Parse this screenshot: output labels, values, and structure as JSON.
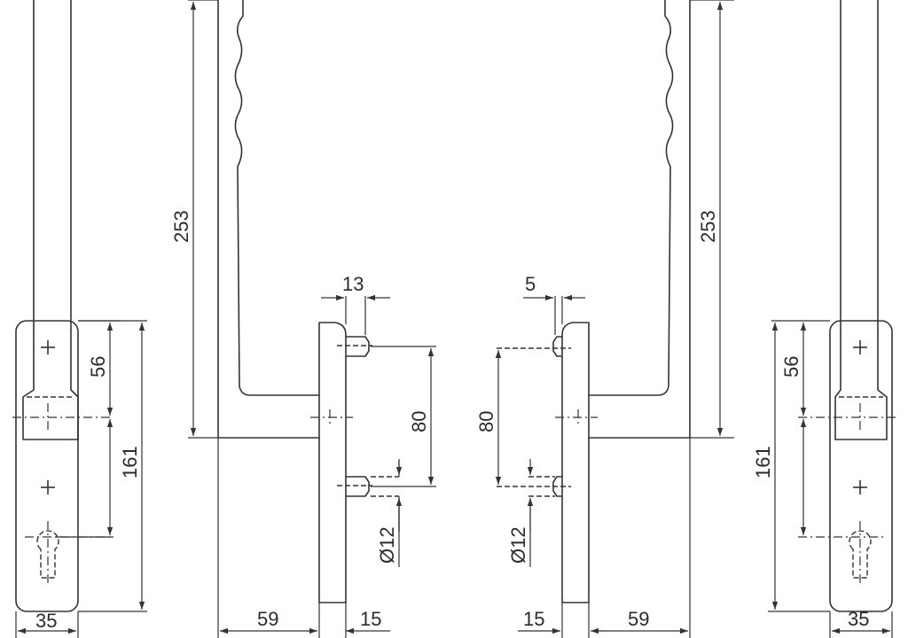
{
  "drawing": {
    "dimensions": {
      "left_plate_width": "35",
      "left_spindle_offset": "56",
      "left_plate_height": "161",
      "left_lever_height": "253",
      "left_lever_projection": "59",
      "left_rose_depth": "15",
      "left_pin_length": "13",
      "left_screw_spacing": "80",
      "left_screw_diameter": "Ø12",
      "right_pin_length": "5",
      "right_screw_spacing": "80",
      "right_screw_diameter": "Ø12",
      "right_rose_depth": "15",
      "right_lever_projection": "59",
      "right_lever_height": "253",
      "right_plate_height": "161",
      "right_spindle_offset": "56",
      "right_plate_width": "35"
    },
    "views": [
      "front-view-left",
      "side-view-left",
      "side-view-right",
      "front-view-right"
    ]
  }
}
